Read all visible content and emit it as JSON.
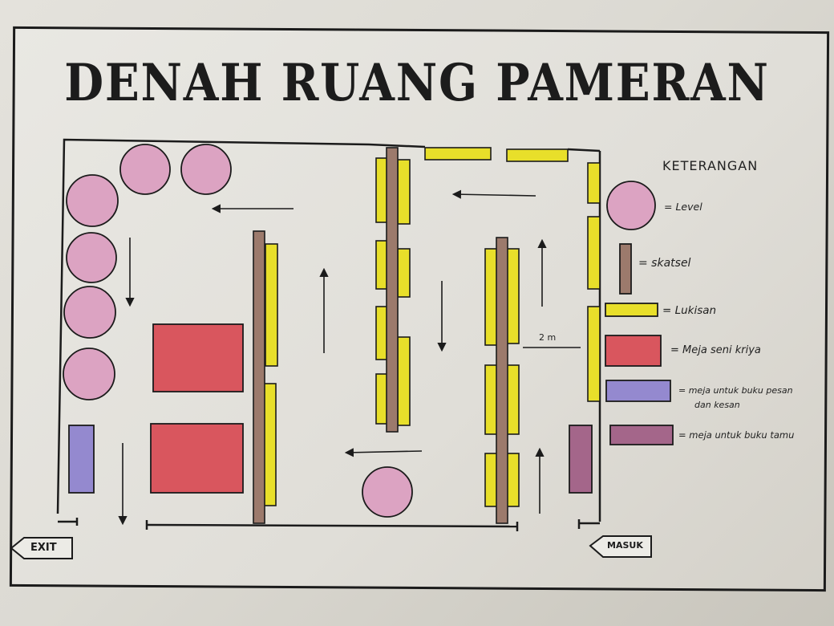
{
  "title": "DENAH RUANG PAMERAN",
  "distance_label": "2 m",
  "signs": {
    "exit": "EXIT",
    "entrance": "MASUK"
  },
  "legend": {
    "title": "KETERANGAN",
    "items": [
      {
        "key": "level",
        "label": "= Level",
        "color": "#dca3c2"
      },
      {
        "key": "skatsel",
        "label": "= skatsel",
        "color": "#9c7a6c"
      },
      {
        "key": "lukisan",
        "label": "= Lukisan",
        "color": "#e8df2a"
      },
      {
        "key": "meja_seni_kriya",
        "label": "= Meja seni kriya",
        "color": "#d9565e"
      },
      {
        "key": "meja_buku_pesan",
        "label": "= meja untuk buku pesan",
        "label_line2": "dan kesan",
        "color": "#9489cf"
      },
      {
        "key": "meja_buku_tamu",
        "label": "= meja untuk buku tamu",
        "color": "#a4668a"
      }
    ]
  }
}
